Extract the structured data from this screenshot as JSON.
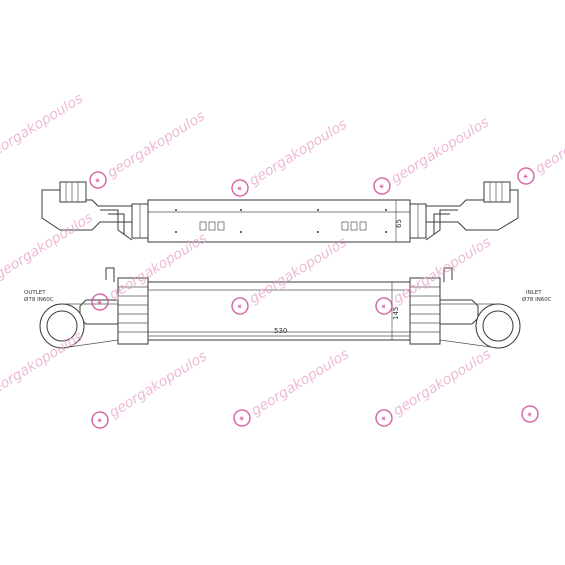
{
  "watermark": {
    "text": "georgakopoulos",
    "brand_color": "#c93a8e",
    "text_color": "#e8a3c9"
  },
  "dimensions": {
    "width": "530",
    "height_top": "65",
    "height_side": "145"
  },
  "ports": {
    "outlet_label_line1": "OUTLET",
    "outlet_label_line2": "Ø78 IN60C",
    "inlet_label_line1": "INLET",
    "inlet_label_line2": "Ø78 IN60C"
  }
}
